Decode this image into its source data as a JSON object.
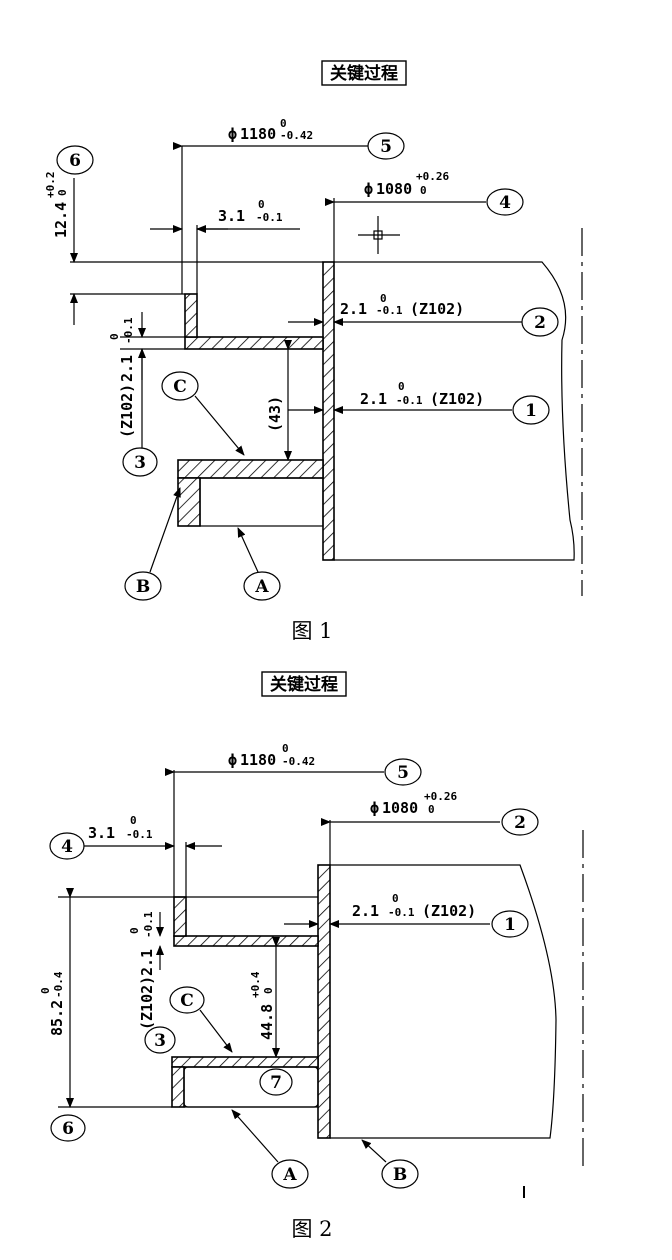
{
  "fig1": {
    "title": "关键过程",
    "caption": "图 1",
    "dim_outer_dia": {
      "symbol": "ϕ",
      "nominal": "1180",
      "upper": "0",
      "lower": "-0.42"
    },
    "dim_inner_dia": {
      "symbol": "ϕ",
      "nominal": "1080",
      "upper": "+0.26",
      "lower": "0"
    },
    "dim_height": {
      "nominal": "12.4",
      "upper": "+0.2",
      "lower": "0"
    },
    "dim_slot": {
      "nominal": "3.1",
      "upper": "0",
      "lower": "-0.1"
    },
    "dim_wall_2": {
      "nominal": "2.1",
      "upper": "0",
      "lower": "-0.1",
      "suffix": "(Z102)"
    },
    "dim_wall_1": {
      "nominal": "2.1",
      "upper": "0",
      "lower": "-0.1",
      "suffix": "(Z102)"
    },
    "dim_wall_3": {
      "prefix": "(Z102)",
      "nominal": "2.1",
      "upper": "0",
      "lower": "-0.1"
    },
    "dim_ref": "(43)",
    "bubbles": [
      "1",
      "2",
      "3",
      "4",
      "5",
      "6"
    ],
    "letters": [
      "A",
      "B",
      "C"
    ]
  },
  "fig2": {
    "title": "关键过程",
    "caption": "图 2",
    "dim_outer_dia": {
      "symbol": "ϕ",
      "nominal": "1180",
      "upper": "0",
      "lower": "-0.42"
    },
    "dim_inner_dia": {
      "symbol": "ϕ",
      "nominal": "1080",
      "upper": "+0.26",
      "lower": "0"
    },
    "dim_slot": {
      "nominal": "3.1",
      "upper": "0",
      "lower": "-0.1"
    },
    "dim_wall_1": {
      "nominal": "2.1",
      "upper": "0",
      "lower": "-0.1",
      "suffix": "(Z102)"
    },
    "dim_wall_3": {
      "prefix": "(Z102)",
      "nominal": "2.1",
      "upper": "0",
      "lower": "-0.1"
    },
    "dim_total_height": {
      "nominal": "85.2",
      "upper": "0",
      "lower": "-0.4"
    },
    "dim_gap": {
      "nominal": "44.8",
      "upper": "+0.4",
      "lower": "0"
    },
    "bubbles": [
      "1",
      "2",
      "3",
      "4",
      "5",
      "6",
      "7"
    ],
    "letters": [
      "A",
      "B",
      "C"
    ]
  }
}
